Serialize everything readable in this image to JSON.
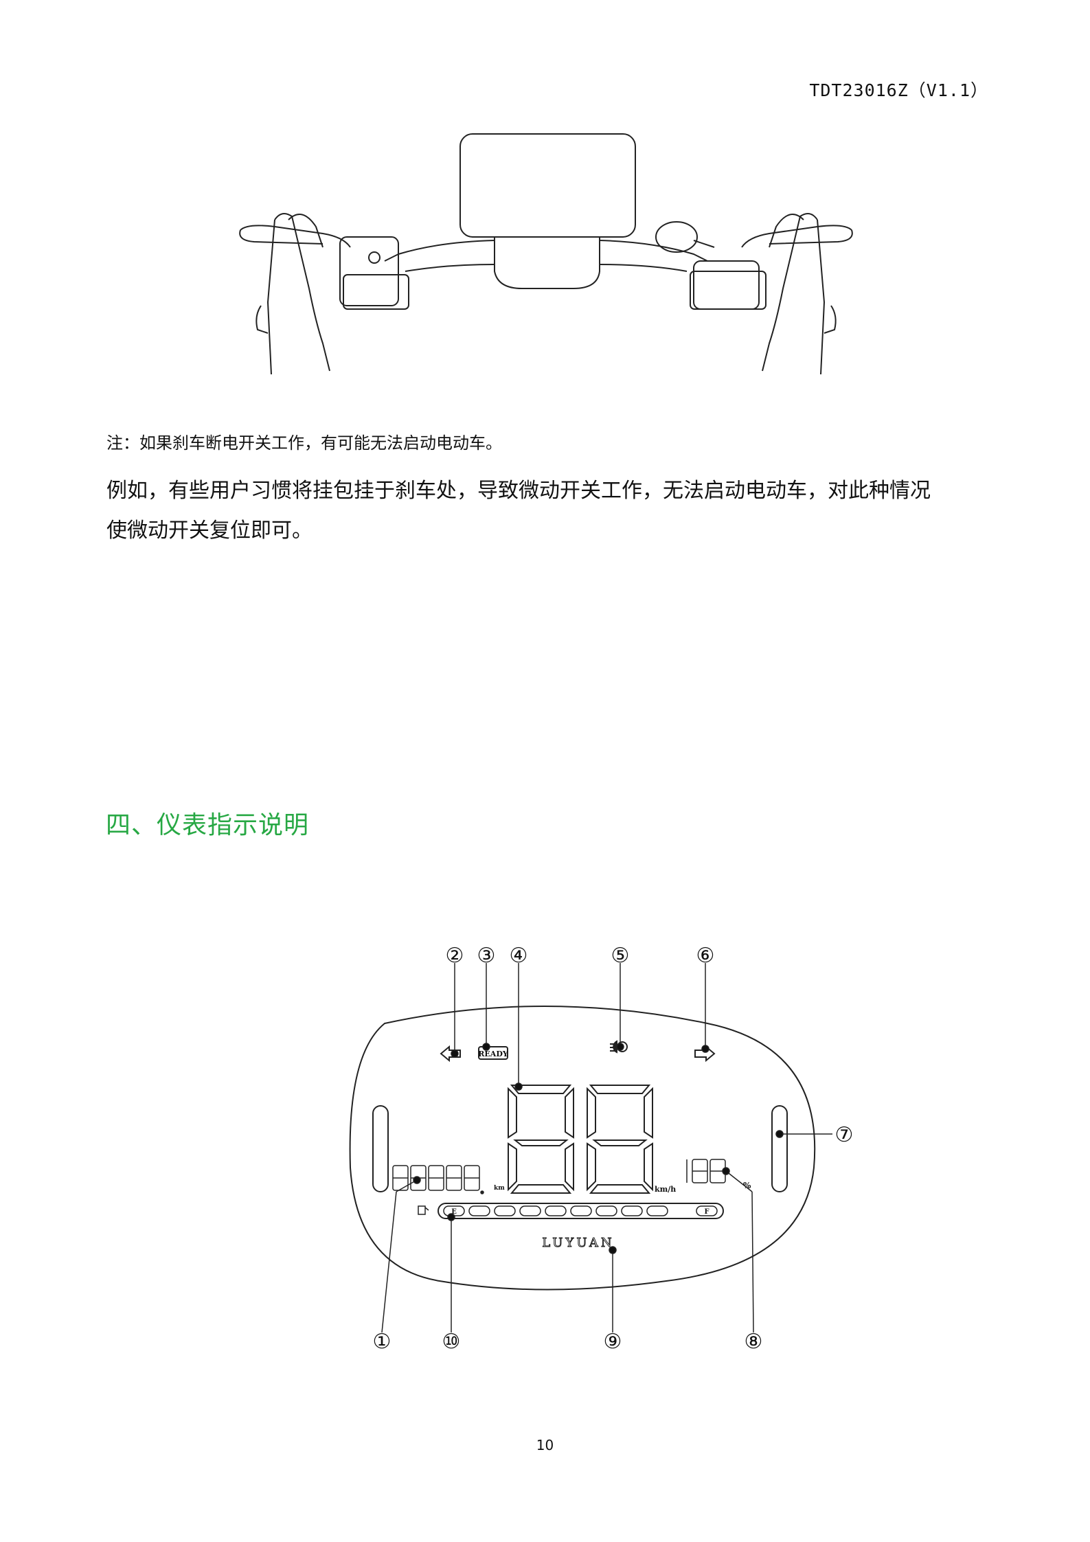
{
  "header": {
    "doc_code": "TDT23016Z（V1.1）"
  },
  "note": "注：如果刹车断电开关工作，有可能无法启动电动车。",
  "paragraph": {
    "line1": "例如，有些用户习惯将挂包挂于刹车处，导致微动开关工作，无法启动电动车，对此种情况",
    "line2": "使微动开关复位即可。"
  },
  "section_title": "四、仪表指示说明",
  "dashboard": {
    "ready_label": "READY",
    "odometer_unit": "km",
    "speed_unit": "km/h",
    "percent_unit": "%",
    "fuel_empty": "E",
    "fuel_full": "F",
    "brand": "LUYUAN",
    "callouts": [
      "①",
      "②",
      "③",
      "④",
      "⑤",
      "⑥",
      "⑦",
      "⑧",
      "⑨",
      "⑩"
    ]
  },
  "page_number": "10"
}
